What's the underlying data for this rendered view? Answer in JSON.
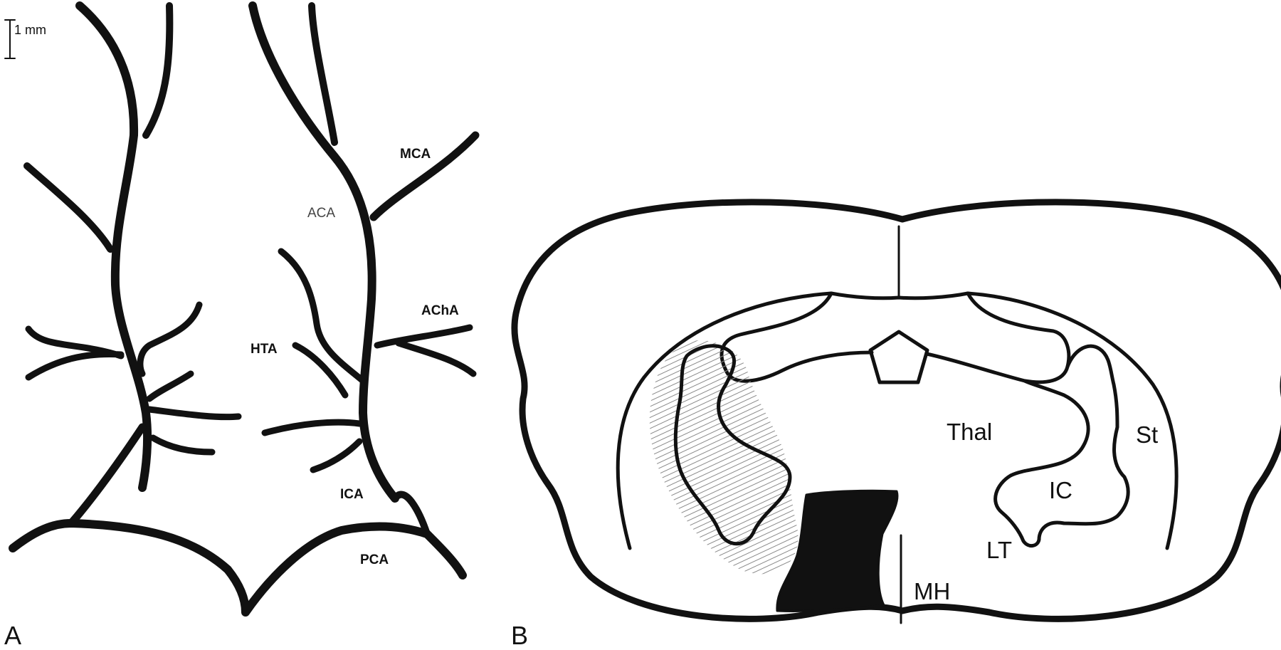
{
  "panel_a": {
    "letter": "A",
    "scale_bar": "1 mm",
    "labels": {
      "mca": "MCA",
      "aca": "ACA",
      "acha": "AChA",
      "hta": "HTA",
      "ica": "ICA",
      "pca": "PCA"
    }
  },
  "panel_b": {
    "letter": "B",
    "labels": {
      "thal": "Thal",
      "st": "St",
      "ic": "IC",
      "lt": "LT",
      "mh": "MH"
    }
  },
  "colors": {
    "ink": "#111111",
    "hatch": "#8a8a8a",
    "background": "#ffffff"
  }
}
